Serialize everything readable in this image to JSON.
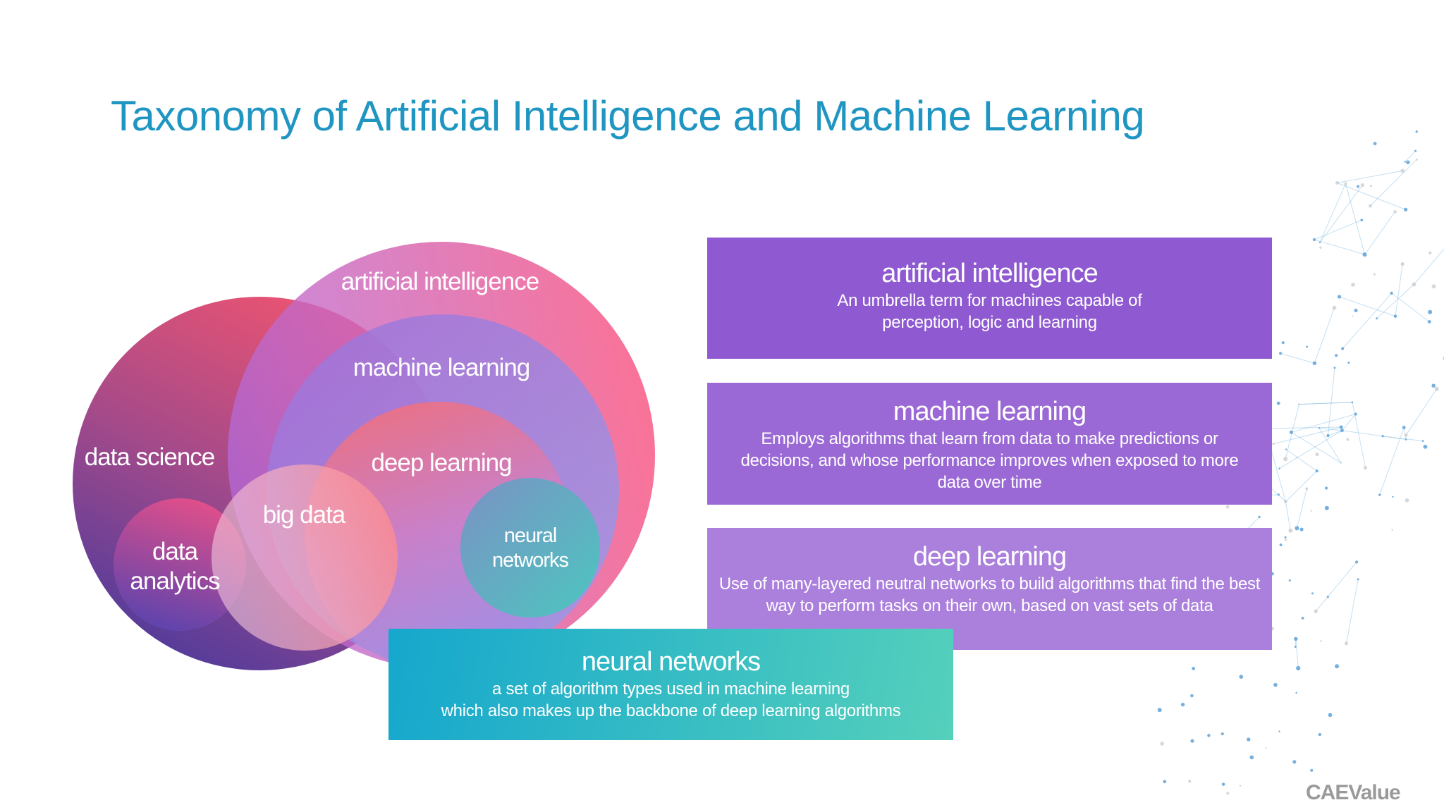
{
  "title": "Taxonomy of Artificial Intelligence and Machine Learning",
  "venn": {
    "artificial_intelligence": "artificial intelligence",
    "machine_learning": "machine learning",
    "deep_learning": "deep learning",
    "data_science": "data science",
    "big_data": "big data",
    "data_analytics": "data analytics",
    "neural_networks": "neural networks"
  },
  "boxes": [
    {
      "title": "artificial intelligence",
      "desc": "An umbrella term for machines capable of perception, logic and learning",
      "color": "#8e59d1"
    },
    {
      "title": "machine learning",
      "desc": "Employs algorithms that learn from data to make predictions or decisions, and whose performance improves when exposed to more data over time",
      "color": "#9b69d6"
    },
    {
      "title": "deep learning",
      "desc": "Use of many-layered neutral networks to build algorithms that find the best way to perform tasks on their own, based on vast sets of data",
      "color": "#ab80dc"
    },
    {
      "title": "neural networks",
      "desc_line1": "a set of algorithm types used in machine learning",
      "desc_line2": "which also makes up the backbone of deep learning algorithms",
      "color_start": "#15a7cd",
      "color_end": "#55d0bb"
    }
  ],
  "logo": "CAEValue"
}
